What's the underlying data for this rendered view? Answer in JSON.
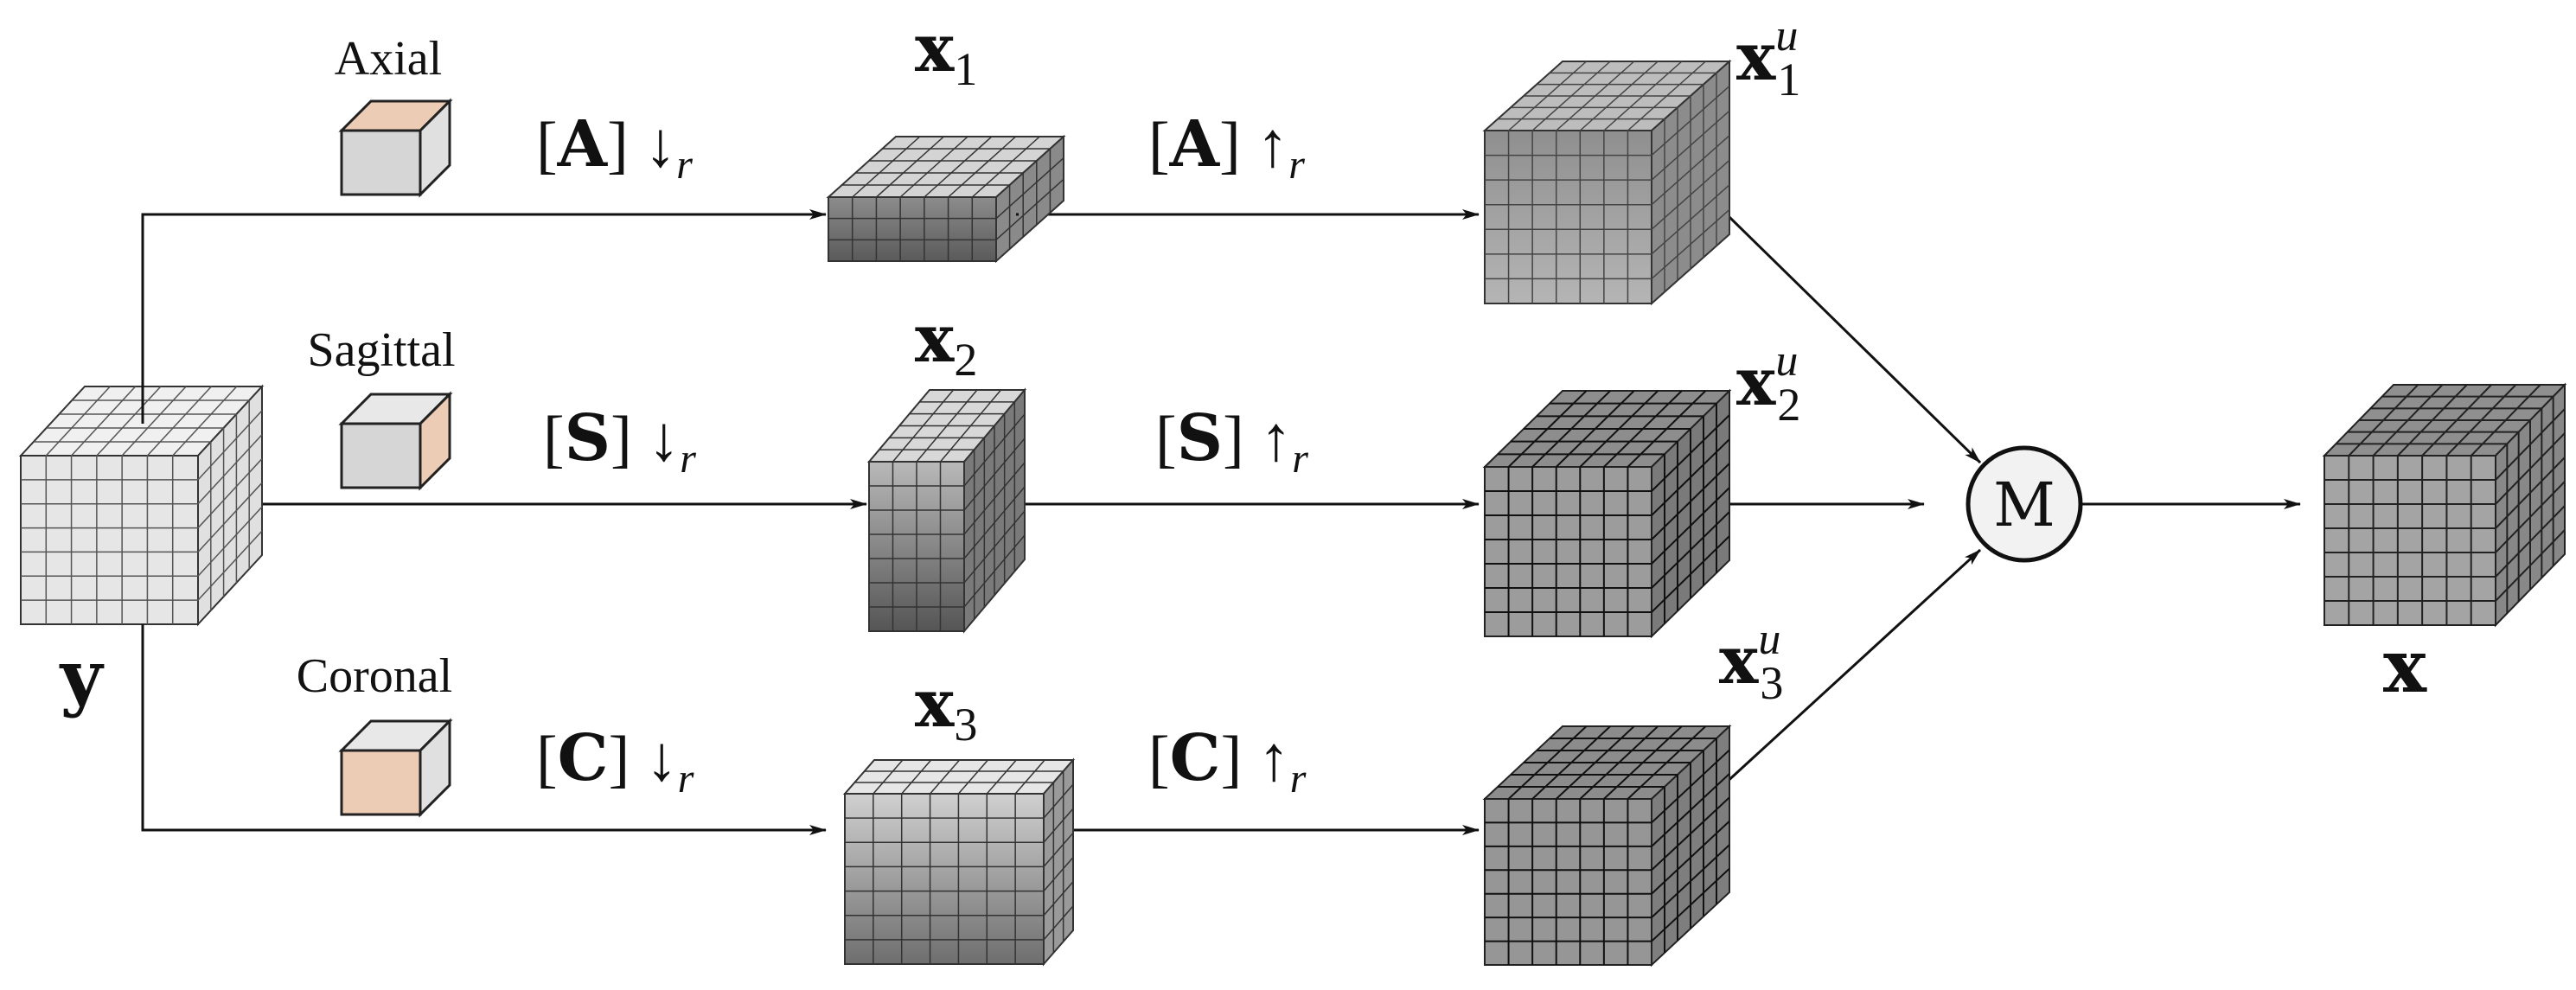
{
  "orientations": [
    {
      "label": "Axial",
      "highlight_face": "top"
    },
    {
      "label": "Sagittal",
      "highlight_face": "side"
    },
    {
      "label": "Coronal",
      "highlight_face": "front"
    }
  ],
  "input": {
    "symbol": "y"
  },
  "branches": [
    {
      "down_op": {
        "letter": "A",
        "arrow": "↓",
        "sub": "r"
      },
      "up_op": {
        "letter": "A",
        "arrow": "↑",
        "sub": "r"
      },
      "lowres": {
        "symbol": "x",
        "sub": "1"
      },
      "upsampled": {
        "symbol": "x",
        "sub": "1",
        "sup": "u"
      }
    },
    {
      "down_op": {
        "letter": "S",
        "arrow": "↓",
        "sub": "r"
      },
      "up_op": {
        "letter": "S",
        "arrow": "↑",
        "sub": "r"
      },
      "lowres": {
        "symbol": "x",
        "sub": "2"
      },
      "upsampled": {
        "symbol": "x",
        "sub": "2",
        "sup": "u"
      }
    },
    {
      "down_op": {
        "letter": "C",
        "arrow": "↓",
        "sub": "r"
      },
      "up_op": {
        "letter": "C",
        "arrow": "↑",
        "sub": "r"
      },
      "lowres": {
        "symbol": "x",
        "sub": "3"
      },
      "upsampled": {
        "symbol": "x",
        "sub": "3",
        "sup": "u"
      }
    }
  ],
  "merge": {
    "label": "M"
  },
  "output": {
    "symbol": "x"
  },
  "colors": {
    "highlight": "#edccb5",
    "orientation_cube": "#d6d6d6",
    "line": "#111111",
    "input_cube_light": "#e6e6e6",
    "grid_dark": "#7a7a7a",
    "grid_mid": "#9a9a9a"
  }
}
